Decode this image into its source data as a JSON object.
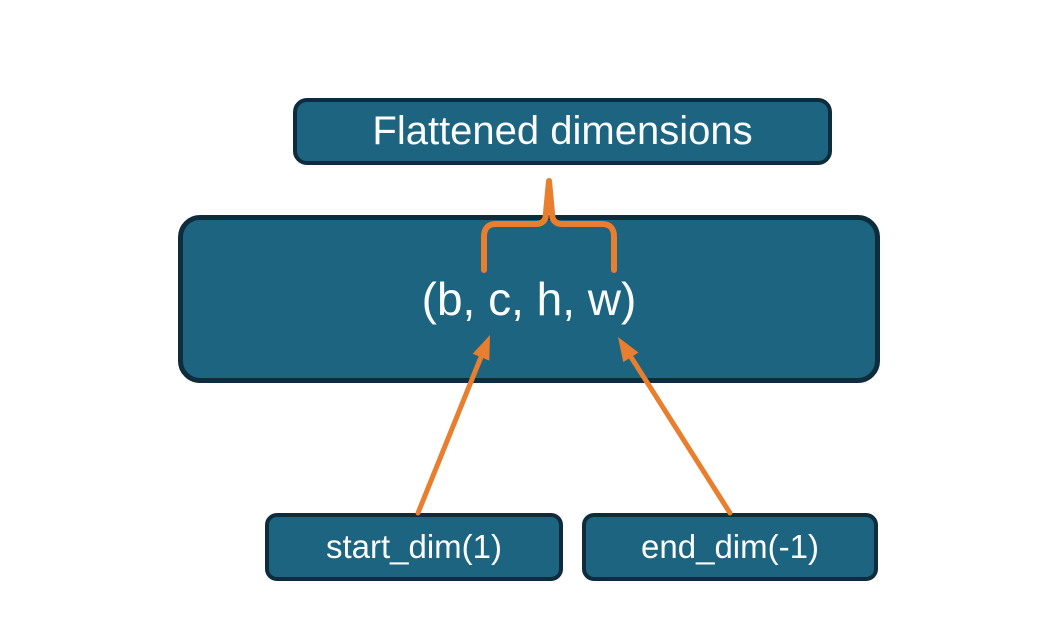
{
  "diagram": {
    "title_box": {
      "label": "Flattened dimensions"
    },
    "tensor_box": {
      "label": "(b, c, h, w)"
    },
    "start_dim_box": {
      "label": "start_dim(1)"
    },
    "end_dim_box": {
      "label": "end_dim(-1)"
    }
  },
  "colors": {
    "background": "#ffffff",
    "node_fill": "#1d6480",
    "node_border": "#0e2c3c",
    "node_text": "#fbfdfd",
    "connector_orange": "#e87e2e"
  }
}
